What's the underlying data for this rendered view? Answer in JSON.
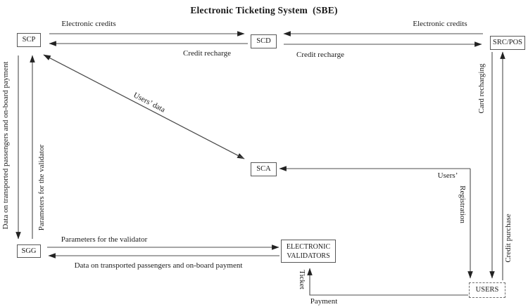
{
  "title": "Electronic Ticketing System  (SBE)",
  "nodes": {
    "scp": "SCP",
    "scd": "SCD",
    "src_pos": "SRC/POS",
    "sca": "SCA",
    "sgg": "SGG",
    "validators_line1": "ELECTRONIC",
    "validators_line2": "VALIDATORS",
    "users": "USERS"
  },
  "labels": {
    "electronic_credits_left": "Electronic credits",
    "credit_recharge_left": "Credit recharge",
    "electronic_credits_right": "Electronic credits",
    "credit_recharge_right": "Credit recharge",
    "users_data": "Users’ data",
    "card_recharging": "Card recharging",
    "credit_purchase": "Credit purchase",
    "users_registration_word1": "Users’",
    "users_registration_word2": "Registration",
    "parameters_vertical": "Parameters for the validator",
    "data_passengers_vertical": "Data on transported passengers and on-board payment",
    "parameters_horizontal": "Parameters for the validator",
    "data_passengers_horizontal": "Data on transported passengers and on-board payment",
    "ticket": "Ticket",
    "payment": "Payment"
  },
  "colors": {
    "line": "#4d4d4d",
    "arrowhead": "#222222",
    "text": "#1c1c1c",
    "background": "#ffffff"
  }
}
